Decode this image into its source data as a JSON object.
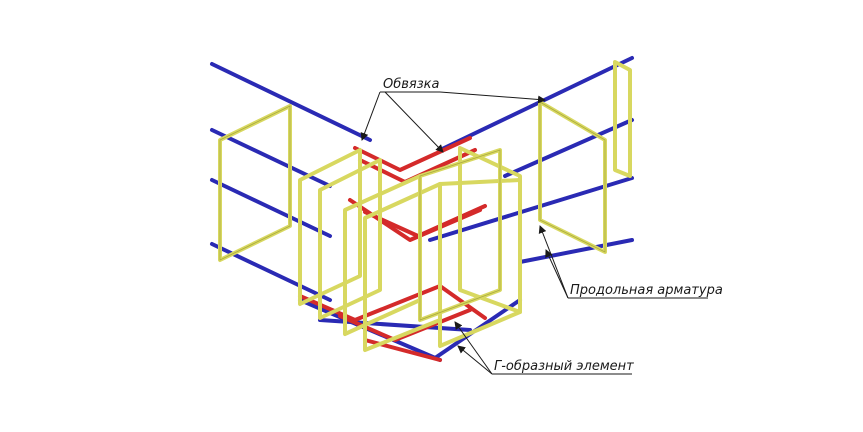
{
  "labels": {
    "tie": "Обвязка",
    "longitudinal": "Продольная арматура",
    "l_element": "Г-образный элемент"
  },
  "colors": {
    "longitudinal_bar": "#2a2ab4",
    "stirrup": "#d8d860",
    "stirrup_edge": "#8a8a2a",
    "l_element": "#d42a2a",
    "leader": "#1a1a1a"
  }
}
